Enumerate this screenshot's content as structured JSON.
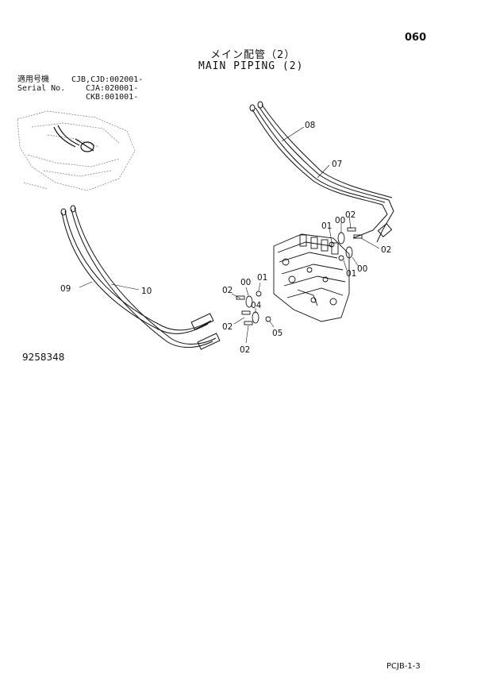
{
  "header": {
    "page_number": "060",
    "title_jp": "メイン配管（2）",
    "title_en": "MAIN PIPING (2)"
  },
  "serial": {
    "label_jp": "適用号機",
    "label_en": "Serial No.",
    "ranges": [
      "CJB,CJD:002001-",
      "CJA:020001-",
      "CKB:001001-"
    ]
  },
  "drawing_number": "9258348",
  "footer_code": "PCJB-1-3",
  "callouts": {
    "c08": "08",
    "c07": "07",
    "c01a": "01",
    "c00a": "00",
    "c02a": "02",
    "c02b": "02",
    "c01b": "01",
    "c00b": "00",
    "c09": "09",
    "c10": "10",
    "c02c": "02",
    "c00c": "00",
    "c01c": "01",
    "c04": "04",
    "c02d": "02",
    "c05": "05",
    "c02e": "02"
  }
}
